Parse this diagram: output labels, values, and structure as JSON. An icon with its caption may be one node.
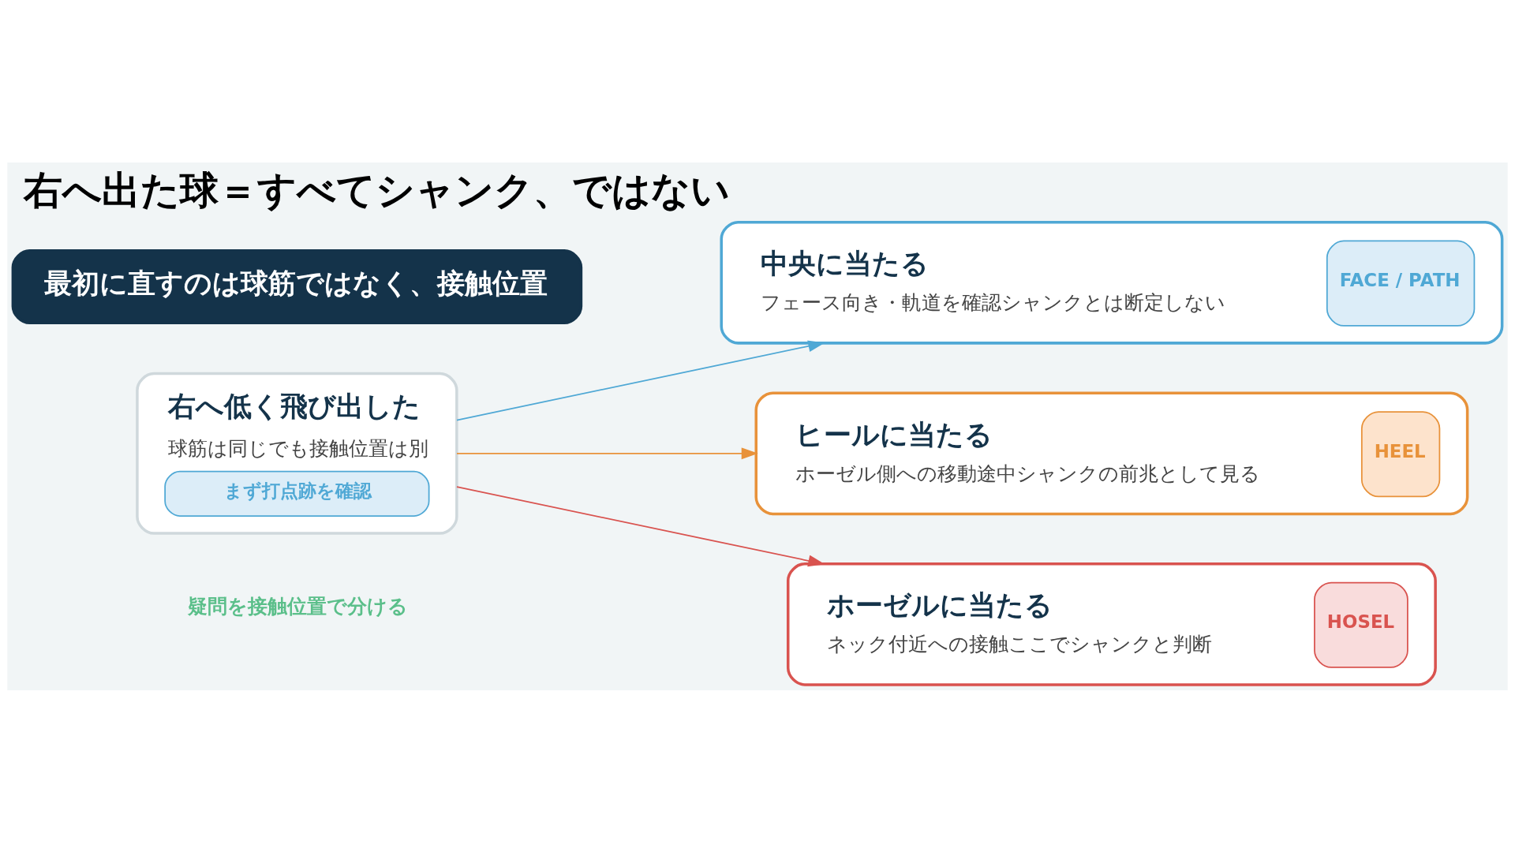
{
  "diagram": {
    "title": "右へ出た球＝すべてシャンク、ではない",
    "nodes": [
      {
        "text": [
          "右へ低く飛び出した",
          "球筋は同じでも接触位置は別",
          "まず打点跡を確認"
        ]
      },
      {
        "text": [
          "中央に当たる",
          "フェース向き・軌道を確認シャンクとは断定しない",
          "FACE / PATH"
        ]
      },
      {
        "text": [
          "ヒールに当たる",
          "ホーゼル側への移動途中シャンクの前兆として見る",
          "HEEL"
        ]
      },
      {
        "text": [
          "ホーゼルに当たる",
          "ネック付近への接触ここでシャンクと判断",
          "HOSEL"
        ]
      },
      {
        "text": [
          "最初に直すのは球筋ではなく、接触位置"
        ]
      }
    ],
    "edges": [
      {
        "from": 0,
        "to": 1,
        "arrow": "to",
        "color": "#4fa8d5"
      },
      {
        "from": 0,
        "to": 2,
        "arrow": "to",
        "color": "#e8923a"
      },
      {
        "from": 0,
        "to": 3,
        "arrow": "to",
        "color": "#d9534f"
      }
    ],
    "labels": [
      "疑問を接触位置で分ける"
    ]
  }
}
